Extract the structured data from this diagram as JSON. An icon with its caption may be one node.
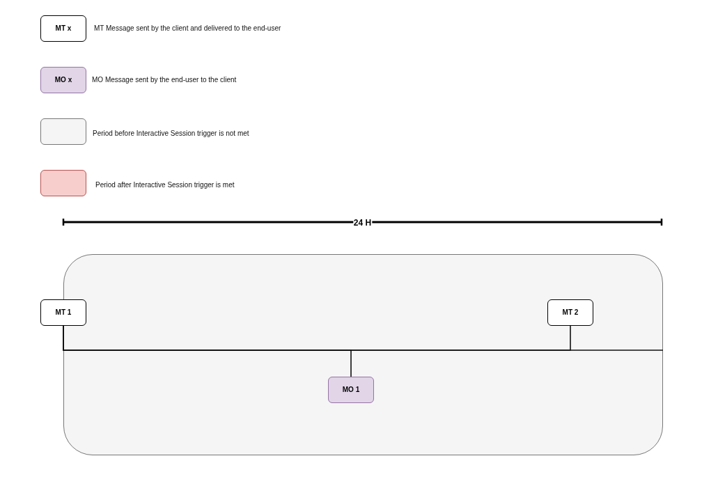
{
  "diagram": {
    "nodes": [
      {
        "text": [
          "MT x"
        ],
        "beside": [
          "MT Message sent by the client and delivered to the end-user"
        ]
      },
      {
        "text": [
          "MO x"
        ],
        "beside": [
          "MO Message sent by the end-user to the client"
        ]
      },
      {
        "text": [],
        "shape": "box"
      },
      {
        "text": [
          "MT 1"
        ]
      },
      {
        "text": [
          "MT 2"
        ],
        "in": 2
      },
      {
        "text": [
          "MO 1"
        ],
        "in": 2
      }
    ],
    "edges": [
      {
        "from": 3,
        "to": 5,
        "arrow": "none"
      },
      {
        "from": 3,
        "to": 4,
        "arrow": "none"
      },
      {
        "from": 3,
        "to": 2,
        "arrow": "none"
      }
    ],
    "labels": [
      "24 H"
    ],
    "legend": [
      {
        "text": "Period before Interactive Session trigger is not met",
        "color": "#f5f5f5"
      },
      {
        "text": "Period after Interactive Session trigger is met",
        "color": "#f8cecc"
      }
    ]
  }
}
